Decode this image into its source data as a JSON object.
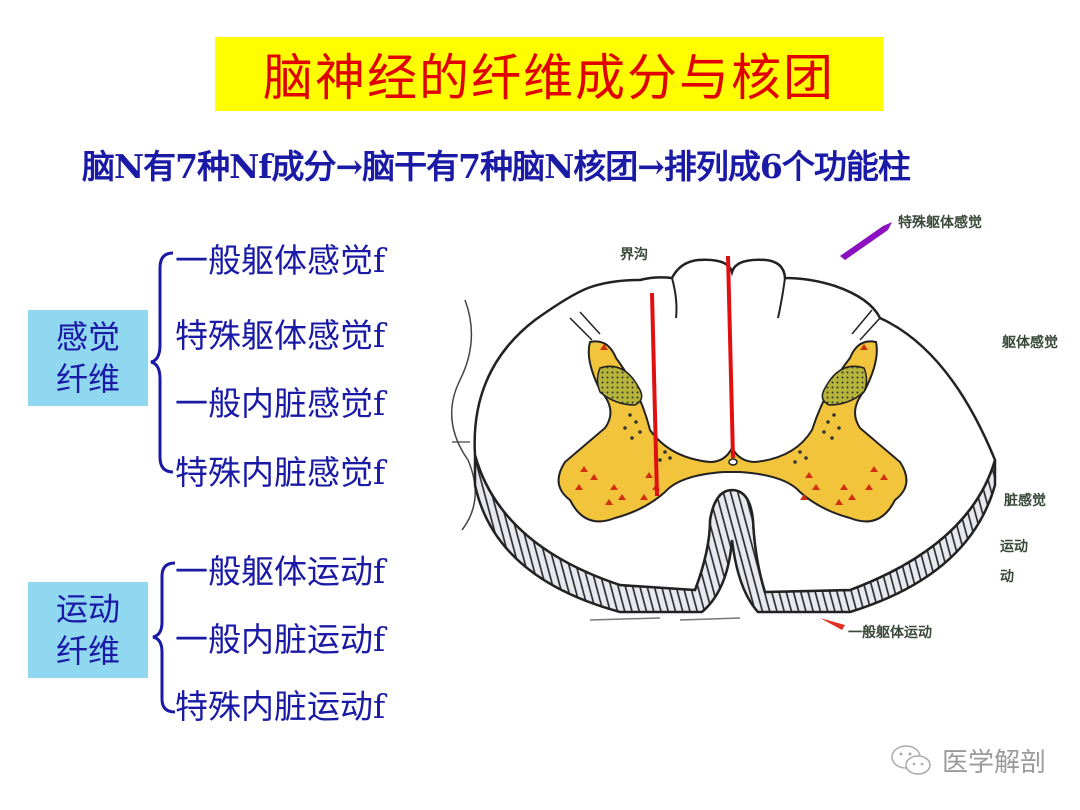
{
  "title": "脑神经的纤维成分与核团",
  "subtitle": "脑N有7种Nf成分→脑干有7种脑N核团→排列成6个功能柱",
  "sensory": {
    "category_line1": "感觉",
    "category_line2": "纤维",
    "items": [
      "一般躯体感觉f",
      "特殊躯体感觉f",
      "一般内脏感觉f",
      "特殊内脏感觉f"
    ]
  },
  "motor": {
    "category_line1": "运动",
    "category_line2": "纤维",
    "items": [
      "一般躯体运动f",
      "一般内脏运动f",
      "特殊内脏运动f"
    ]
  },
  "diagram": {
    "labels": {
      "sulcus_limitans": "界沟",
      "special_somatic_sensory": "特殊躯体感觉",
      "general_somatic_sensory_partial": "躯体感觉",
      "visceral_sensory_partial": "脏感觉",
      "motor_partial_1": "运动",
      "motor_partial_2": "动",
      "general_somatic_motor": "一般躯体运动"
    },
    "colors": {
      "gray_matter": "#f2c43c",
      "dotted_region": "#b7b43a",
      "marker_red": "#e01010",
      "arrow_purple": "#8a10c0",
      "outline": "#222222"
    }
  },
  "colors": {
    "title_bg": "#ffff00",
    "title_text": "#e00000",
    "body_text": "#1a1aa6",
    "category_bg": "#8fd8f0"
  },
  "watermark": {
    "icon": "wechat-icon",
    "text": "医学解剖"
  }
}
